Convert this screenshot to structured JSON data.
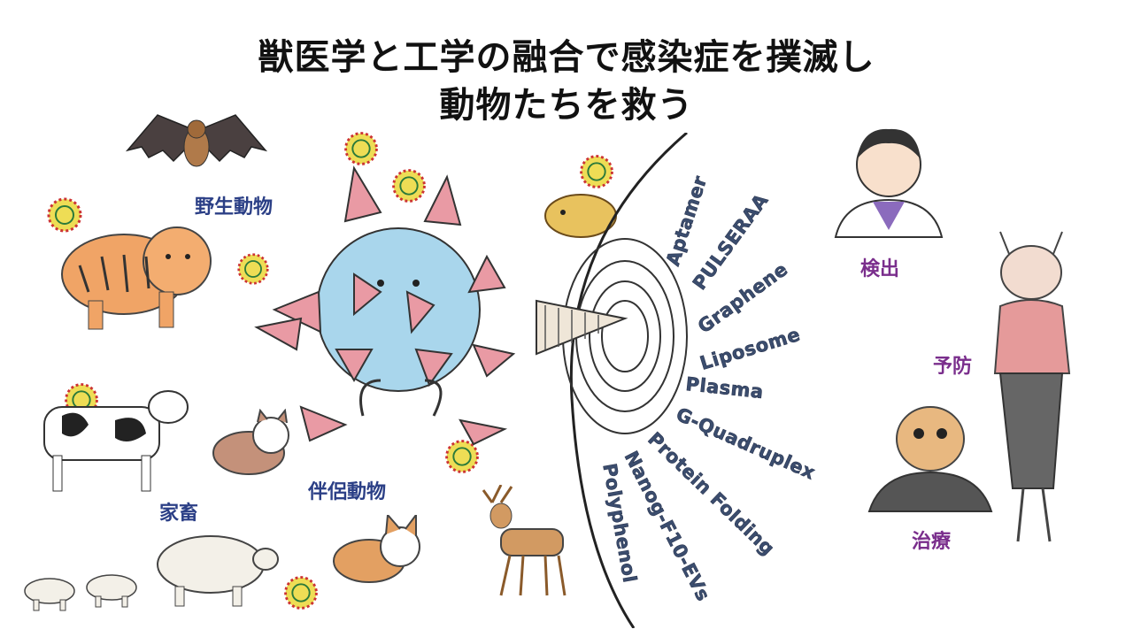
{
  "title": {
    "line1": "獣医学と工学の融合で感染症を撲滅し",
    "line2": "動物たちを救う"
  },
  "categories": {
    "wild": "野生動物",
    "livestock": "家畜",
    "companion": "伴侶動物"
  },
  "actions": {
    "detect": "検出",
    "prevent": "予防",
    "treat": "治療"
  },
  "technologies": [
    "Aptamer",
    "PULSERAA",
    "Graphene",
    "Liposome",
    "Plasma",
    "G-Quadruplex",
    "Protein Folding",
    "Nanog-F10-EVs",
    "Polyphenol"
  ],
  "colors": {
    "category_label": "#2b3f86",
    "action_label": "#7a2e8c",
    "tech_label": "#3b4d6e",
    "virus_spike": "#e99aa4",
    "virus_body": "#a9d6ec"
  },
  "icons": [
    "bat-icon",
    "tiger-icon",
    "cow-icon",
    "pig-icon",
    "piglet-icon",
    "cat-icon",
    "corgi-icon",
    "deer-icon",
    "hamster-icon",
    "virus-icon",
    "drill-icon",
    "person-icon",
    "cat-woman-icon",
    "hamster-jacket-icon"
  ]
}
